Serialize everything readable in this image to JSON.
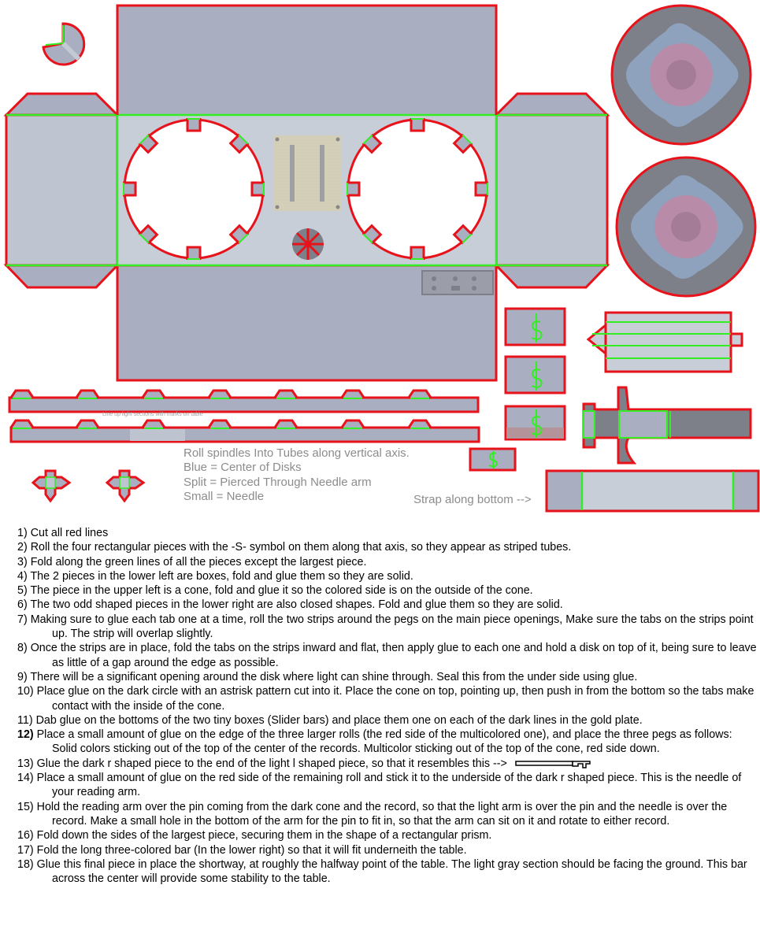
{
  "sheet": {
    "notes": {
      "roll_spindles": "Roll spindles Into Tubes along vertical axis.",
      "blue": "Blue = Center of Disks",
      "split": "Split = Pierced Through Needle arm",
      "small": "Small = Needle",
      "strap": "Strap along bottom -->",
      "line_up": "Line up light sections with marks on table"
    },
    "colors": {
      "cut_line": "#e8121a",
      "fold_line": "#33ee22",
      "body_gray": "#a9aec1",
      "light_gray": "#c7ced8",
      "dark_gray": "#7d8089",
      "gold_plate": "#dcd6c0",
      "record_blue": "#8ea2bd",
      "record_pink": "#b88ca8"
    }
  },
  "instructions": [
    {
      "num": "1)",
      "text": "Cut all red lines"
    },
    {
      "num": "2)",
      "text": "Roll the four rectangular pieces with the -S- symbol on them along that axis, so they appear as striped tubes."
    },
    {
      "num": "3)",
      "text": "Fold along the green lines of all the pieces except the largest piece."
    },
    {
      "num": "4)",
      "text": "The 2 pieces in the lower left are boxes, fold and glue them so they are solid."
    },
    {
      "num": "5)",
      "text": "The piece in the upper left is a cone, fold and glue it so the colored side is on the outside of the cone."
    },
    {
      "num": "6)",
      "text": "The two odd shaped pieces in the lower right are also closed shapes. Fold and glue them so they are solid."
    },
    {
      "num": "7)",
      "text": "Making sure to glue each tab one at a time, roll the two strips around the pegs on the main piece openings, Make sure the tabs on the strips point up. The strip will overlap slightly."
    },
    {
      "num": "8)",
      "text": "Once the strips are in place, fold the tabs on the strips inward and flat, then apply glue to each one and hold a disk on top of it, being sure to leave as little of a gap around the edge as possible."
    },
    {
      "num": "9)",
      "text": "There will be a significant opening around the disk where light can shine through. Seal this from the under side using glue."
    },
    {
      "num": "10)",
      "text": "Place glue on the dark circle with an astrisk pattern cut into it. Place the cone on top, pointing up, then push in from the bottom so the tabs make contact with the inside of the cone."
    },
    {
      "num": "11)",
      "text": "Dab glue on the bottoms of the two tiny boxes (Slider bars) and place them one on each of the dark lines in the gold plate."
    },
    {
      "num": "12)",
      "text": "Place a small amount of glue on the edge of the three larger rolls (the red side of the multicolored one), and place the three pegs as follows: Solid colors sticking out of the top of the center of the records. Multicolor sticking out of the top of the cone, red side down."
    },
    {
      "num": "13)",
      "text": "Glue the dark r shaped piece to the end of the light l shaped piece, so that it resembles this -->"
    },
    {
      "num": "14)",
      "text": "Place a small amount of glue on the red side of the remaining roll and stick it to the underside of the dark r shaped piece. This is the needle of your reading arm."
    },
    {
      "num": "15)",
      "text": "Hold the reading arm over the pin coming from the dark cone and the record, so that the light arm is over the pin and the needle is over the record. Make a small hole in the bottom of the arm for the pin to fit in, so that the arm can sit on it and rotate to either record."
    },
    {
      "num": "16)",
      "text": "Fold down the sides of the largest piece, securing them in the shape of a rectangular prism."
    },
    {
      "num": "17)",
      "text": "Fold the long three-colored bar (In the lower right) so that it will fit underneith the table."
    },
    {
      "num": "18)",
      "text": "Glue this final piece in place the shortway, at roughly the halfway point of the table. The light gray section should be facing the ground. This bar across the center will provide some stability to the table."
    }
  ]
}
